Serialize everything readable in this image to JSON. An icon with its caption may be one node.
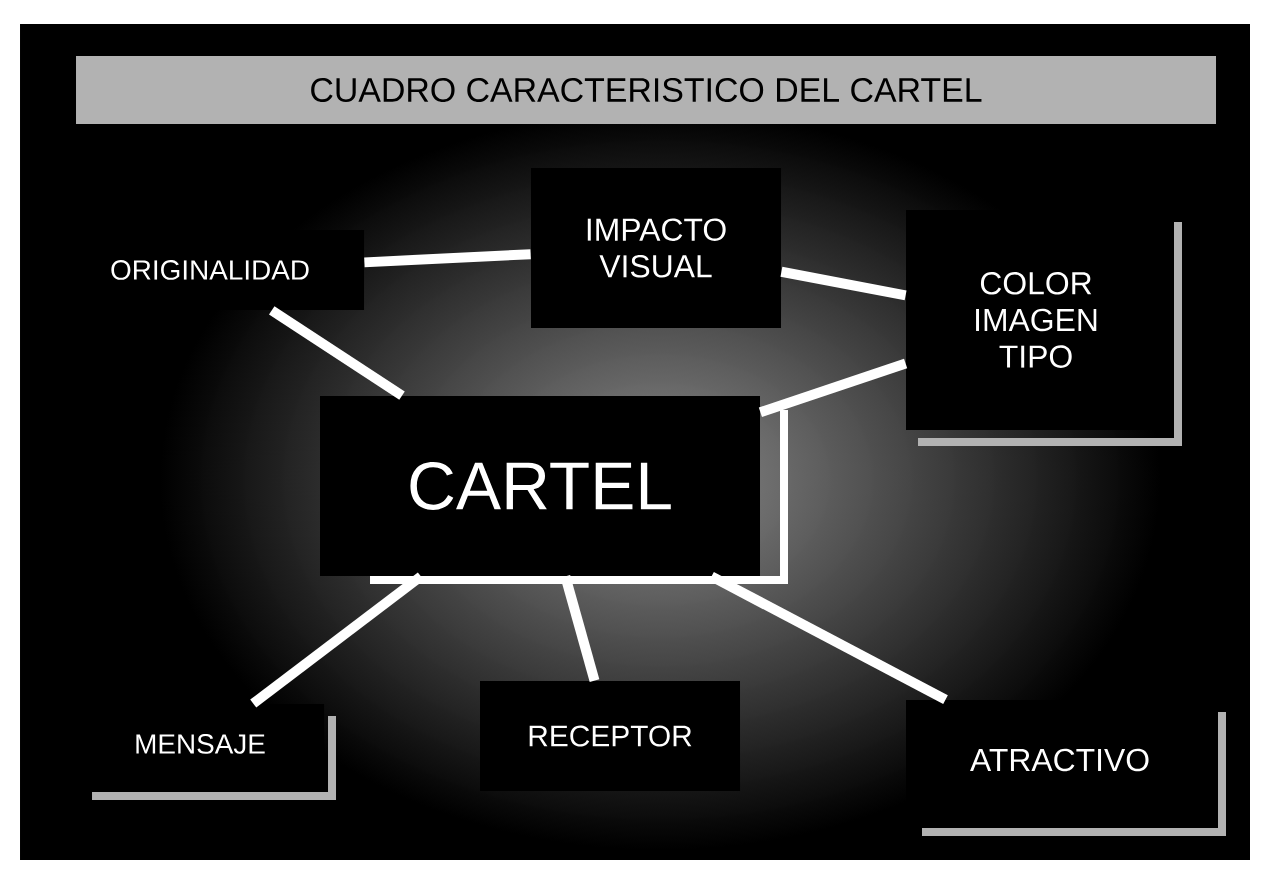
{
  "diagram": {
    "title": "CUADRO CARACTERISTICO DEL CARTEL",
    "nodes": [
      {
        "text": [
          "CARTEL"
        ]
      },
      {
        "text": [
          "ORIGINALIDAD"
        ]
      },
      {
        "text": [
          "IMPACTO VISUAL"
        ]
      },
      {
        "text": [
          "COLOR IMAGEN TIPO"
        ]
      },
      {
        "text": [
          "MENSAJE"
        ]
      },
      {
        "text": [
          "RECEPTOR"
        ]
      },
      {
        "text": [
          "ATRACTIVO"
        ]
      }
    ],
    "edges": [
      {
        "from": 1,
        "to": 2,
        "arrow": "none"
      },
      {
        "from": 2,
        "to": 3,
        "arrow": "none"
      },
      {
        "from": 1,
        "to": 0,
        "arrow": "none"
      },
      {
        "from": 0,
        "to": 3,
        "arrow": "none"
      },
      {
        "from": 0,
        "to": 4,
        "arrow": "none"
      },
      {
        "from": 0,
        "to": 5,
        "arrow": "none"
      },
      {
        "from": 0,
        "to": 6,
        "arrow": "none"
      }
    ]
  }
}
